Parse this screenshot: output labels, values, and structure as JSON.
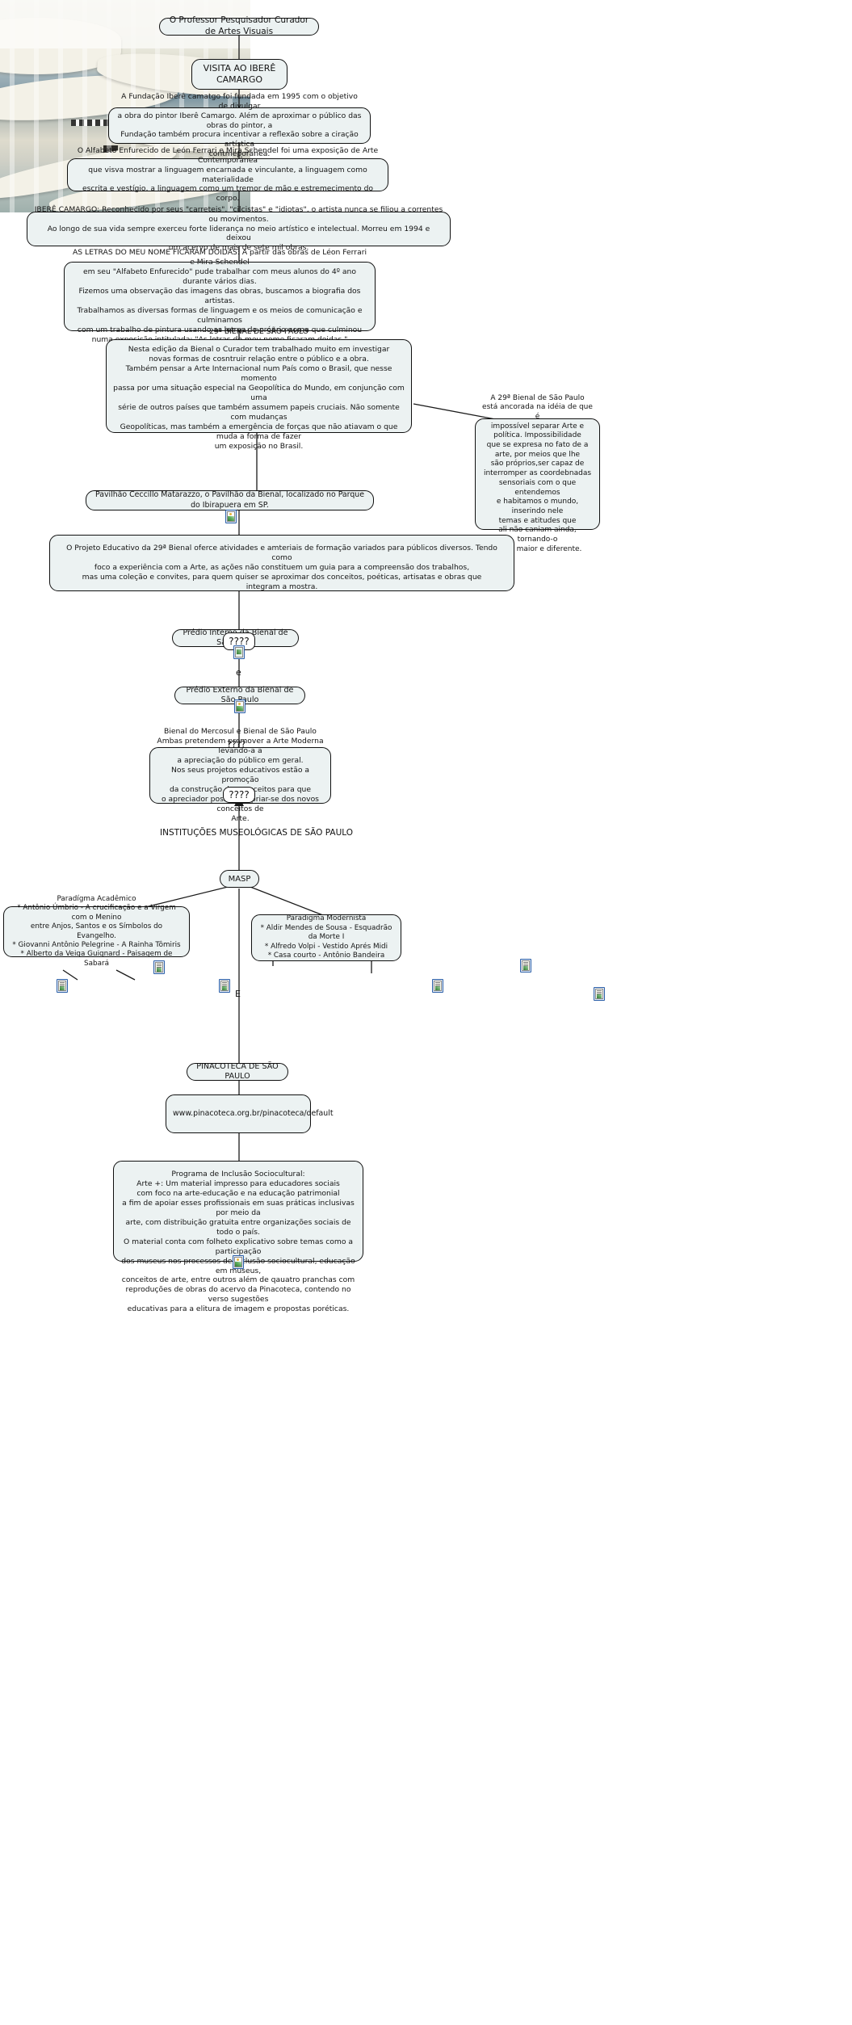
{
  "map": {
    "title": "O Professor Pesquisador Curador de Artes Visuais",
    "background_image_alt": "interior-fundacao-iebere-camargo-photo"
  },
  "nodes": {
    "professor_curador": "O Professor Pesquisador Curador de Artes Visuais",
    "visita_ibere": "VISITA AO IBERÊ CAMARGO",
    "fundacao": "A Fundação Iberê camatgo foi fundada em 1995 com o objetivo de divulgar\na obra do pintor Iberê Camargo. Além de aproximar o público das obras do pintor, a\nFundação também procura incentivar a reflexão sobre a ciração artística\ncontmeporânea.",
    "alfabeto": "O Alfabeto Enfurecido de León Ferrari e Mira Schendel foi uma exposição de Arte Contemporânea\nque visva mostrar a linguagem encarnada e vinculante, a linguagem como materialidade\nescrita e vestígio, a linguagem como um tremor de mão e estremecimento do corpo.",
    "ibere_camargo": "IBERÊ CAMARGO: Reconhecido por seus \"carreteis\",  \"cilcistas\" e \"idiotas\", o artista nunca se filiou a correntes ou movimentos.\nAo longo de sua vida sempre exerceu forte liderança no meio artístico e intelectual. Morreu em 1994 e deixou\num acervo de mais de sete mil obras.",
    "as_letras": "AS LETRAS DO MEU NOME FICARAM DOIDAS: A partir das obras de Léon Ferrari e Mira Schendel\nem seu \"Alfabeto Enfurecido\" pude trabalhar com meus alunos do 4º ano durante vários dias.\nFizemos uma observação das imagens das obras, buscamos a biografia dos artistas.\nTrabalhamos as diversas formas de linguagem e os meios de comunicação e culminamos\ncom um trabalho de pintura usando as letras do próprio nome que culminou\nnuma exposição intitulada: \"As letras do meu nome ficaram doidas.\"",
    "bienal_29_titulo": "29ª BIENAL DE SÃO PAULO",
    "bienal_29_corpo": "Nesta edição da Bienal o Curador tem trabalhado muito em investigar\nnovas formas de cosntruir relação entre o público e a obra.\nTambém pensar a Arte Internacional num País como o Brasil, que nesse momento\npassa por uma situação especial na Geopolítica do Mundo, em conjunção com uma\nsérie de outros países que também assumem papeis cruciais. Não somente com mudanças\nGeopolíticas, mas também a emergência de forças que não atiavam o que muda a forma de fazer\num exposição no Brasil.",
    "bienal_ancorada": "A 29ª Bienal de São Paulo\nestá ancorada na idéia de que é\nimpossível separar Arte e\npolítica. Impossibilidade\nque se expresa no fato de a\narte, por meios que lhe\nsão próprios,ser capaz de\ninterromper as coordebnadas\nsensoriais com o que entendemos\ne habitamos o mundo, inserindo nele\ntemas e atitudes que\nali não caniam ainda, tornando-o\nassim maior e diferente.",
    "pavilhao": "Pavilhão Ceccillo Matarazzo, o Pavilhão da Bienal, localizado no Parque do Ibirapuera em SP.",
    "projeto_educativo": "O Projeto Educativo da 29ª Bienal oferce atividades e amteriais de formação variados para públicos diversos. Tendo como\nfoco a experiência com a Arte, as ações não constituem um guia para a compreensão dos trabalhos,\nmas uma coleção e convites, para quem quiser se aproximar dos conceitos, poéticas, artisatas e obras que\nintegram a mostra.",
    "predio_interno": "Prédio Interno da Bienal de São Paulo",
    "predio_externo": "Prédio Externo da Bienal de São Paulo",
    "bienal_mercosul": "Bienal do Mercosul e Bienal de São Paulo\nAmbas pretendem promover a Arte Moderna levando-a a\na apreciação do público em geral.\nNos seus projetos educativos estão a promoção\nda construção de consceitos para que\no apreciador possa apropriar-se dos novos conceitos de\nArte.",
    "instituicoes": "INSTITUÇÕES MUSEOLÓGICAS DE SÃO PAULO",
    "masp": "MASP",
    "paradigma_academico": "Paradígma Acadêmico\n* Antônio Úmbrio - A crucificação e a Virgem com o Menino\nentre Anjos, Santos e os Símbolos do Evangelho.\n* Giovanni Antônio Pelegrine - A Rainha Tômiris\n* Alberto da Veiga Guignard - Paisagem de Sabará",
    "paradigma_modernista": "Paradigma Modernista\n* Aldir Mendes de Sousa - Esquadrão da Morte I\n* Alfredo Volpi - Vestido Aprés Midi\n* Casa courto - Antônio Bandeira",
    "pinacoteca": "PINACOTECA DE SÃO PAULO",
    "pinacoteca_url": "www.pinacoteca.org.br/pinacoteca/default",
    "programa_inclusao": "Programa de Inclusão Sociocultural:\nArte +: Um material impresso para educadores sociais\ncom foco na arte-educação e na educação patrimonial\na fim de apoiar esses profissionais em suas práticas inclusivas por meio da\narte, com distribuição gratuita entre organizações sociais de todo o país.\nO material conta com folheto explicativo sobre temas como a participação\ndos museus nos processos de inclusão sociocultural, educação em museus,\nconceitos de arte, entre outros além de qauatro pranchas com\nreproduções de obras do acervo da Pinacoteca, contendo no verso sugestões\neducativas para a elitura de imagem e propostas poréticas."
  },
  "link_labels": {
    "unknown_1": "????",
    "unknown_2": "????",
    "unknown_3": "????",
    "e_label_1": "e",
    "e_label_2": "E"
  },
  "colors": {
    "node_fill": "#ecf2f2",
    "node_border": "#101010",
    "line": "#1a1a1a",
    "icon_border": "#2f61a8",
    "page_background": "#ffffff"
  }
}
